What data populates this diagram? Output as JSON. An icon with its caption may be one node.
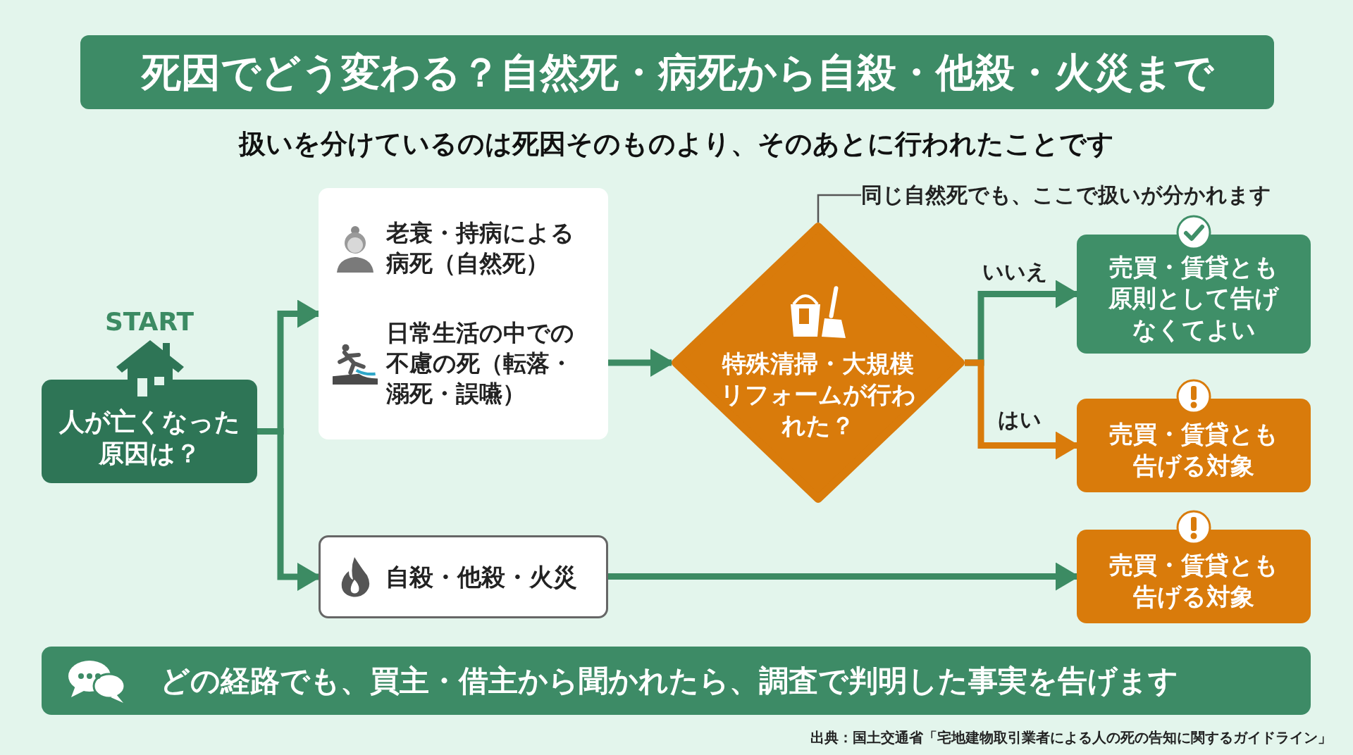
{
  "diagram": {
    "title": "死因でどう変わる？自然死・病死から自殺・他殺・火災まで",
    "caption": "出典：国土交通省「宅地建物取引業者による人の死の告知に関するガイドライン」",
    "nodes": [
      {
        "text": [
          "START",
          "人が亡くなった原因は？"
        ]
      },
      {
        "text": [
          "老衰・持病による病死（自然死）",
          "日常生活の中での不慮の死（転落・溺死・誤嚥）"
        ]
      },
      {
        "text": [
          "自殺・他殺・火災"
        ]
      },
      {
        "text": [
          "特殊清掃・大規模リフォームが行われた？"
        ]
      },
      {
        "text": [
          "同じ自然死でも、ここで扱いが分かれます"
        ]
      },
      {
        "text": [
          "売買・賃貸とも原則として告げなくてよい"
        ]
      },
      {
        "text": [
          "売買・賃貸とも告げる対象"
        ]
      },
      {
        "text": [
          "売買・賃貸とも告げる対象"
        ]
      },
      {
        "text": [
          "どの経路でも、買主・借主から聞かれたら、調査で判明した事実を告げます"
        ]
      }
    ],
    "edges": [
      {
        "from": 0,
        "to": 1,
        "arrow": "to"
      },
      {
        "from": 0,
        "to": 2,
        "arrow": "to"
      },
      {
        "from": 1,
        "to": 3,
        "arrow": "to"
      },
      {
        "from": 3,
        "to": 5,
        "arrow": "to",
        "label": "いいえ"
      },
      {
        "from": 3,
        "to": 6,
        "arrow": "to",
        "label": "はい",
        "color": "#d97b0b"
      },
      {
        "from": 2,
        "to": 7,
        "arrow": "to"
      },
      {
        "from": 4,
        "to": 3,
        "arrow": "none",
        "color": "#555555"
      }
    ],
    "labels": [
      "扱いを分けているのは死因そのものより、そのあとに行われたことです"
    ]
  }
}
